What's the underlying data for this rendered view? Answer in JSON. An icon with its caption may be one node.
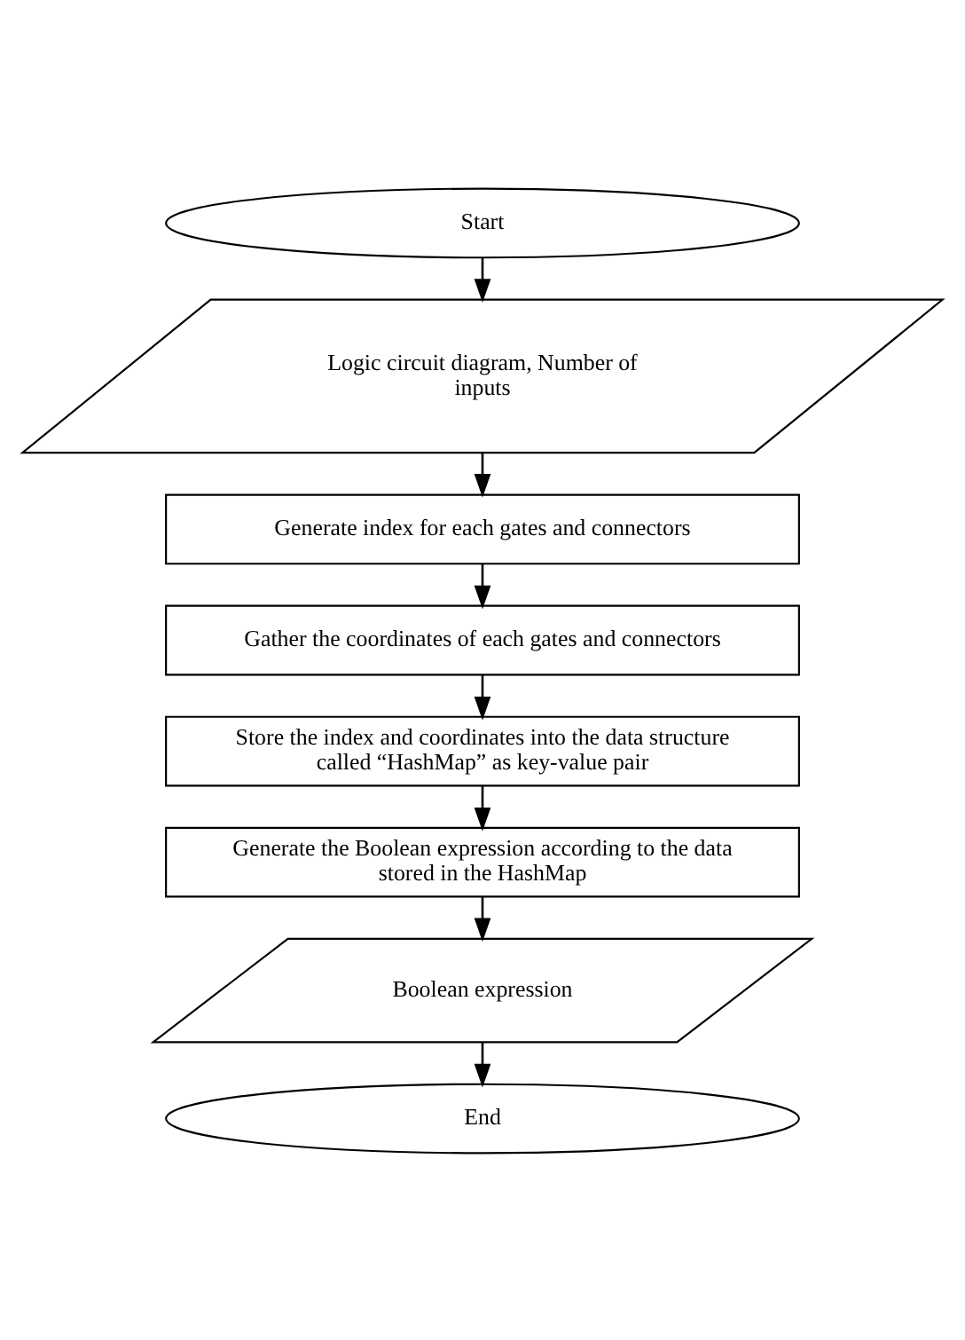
{
  "diagram": {
    "nodes": [
      {
        "text": [
          "Start"
        ]
      },
      {
        "text": [
          "Logic circuit diagram, Number of inputs"
        ]
      },
      {
        "text": [
          "Generate index for each gates and connectors"
        ]
      },
      {
        "text": [
          "Gather the coordinates of each gates and connectors"
        ]
      },
      {
        "text": [
          "Store the index and coordinates into the data structure called “HashMap” as key-value pair"
        ]
      },
      {
        "text": [
          "Generate the Boolean expression according to the data stored in the HashMap"
        ]
      },
      {
        "text": [
          "Boolean expression"
        ]
      },
      {
        "text": [
          "End"
        ]
      }
    ],
    "edges": [
      {
        "from": 0,
        "to": 1,
        "arrow": "to"
      },
      {
        "from": 1,
        "to": 2,
        "arrow": "to"
      },
      {
        "from": 2,
        "to": 3,
        "arrow": "to"
      },
      {
        "from": 3,
        "to": 4,
        "arrow": "to"
      },
      {
        "from": 4,
        "to": 5,
        "arrow": "to"
      },
      {
        "from": 5,
        "to": 6,
        "arrow": "to"
      },
      {
        "from": 6,
        "to": 7,
        "arrow": "to"
      }
    ]
  }
}
